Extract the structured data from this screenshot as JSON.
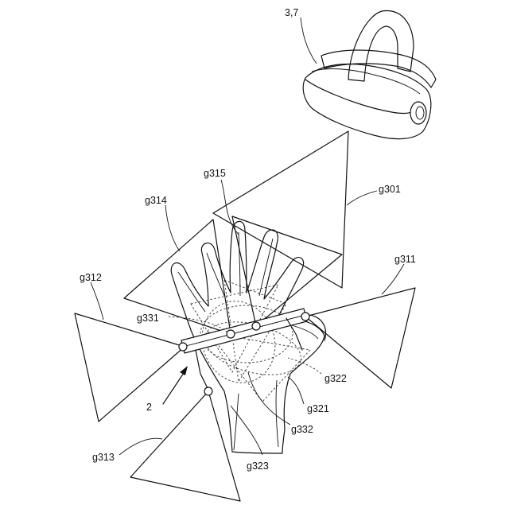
{
  "figure": {
    "labels": {
      "headset": "3,7",
      "g315": "g315",
      "g301": "g301",
      "g314": "g314",
      "g311": "g311",
      "g312": "g312",
      "g331": "g331",
      "g322": "g322",
      "g321": "g321",
      "g332": "g332",
      "g313": "g313",
      "g323": "g323",
      "device": "2"
    },
    "elements": [
      "vr-headset",
      "hand",
      "wrist-device",
      "sensor-cones",
      "sensors"
    ]
  }
}
